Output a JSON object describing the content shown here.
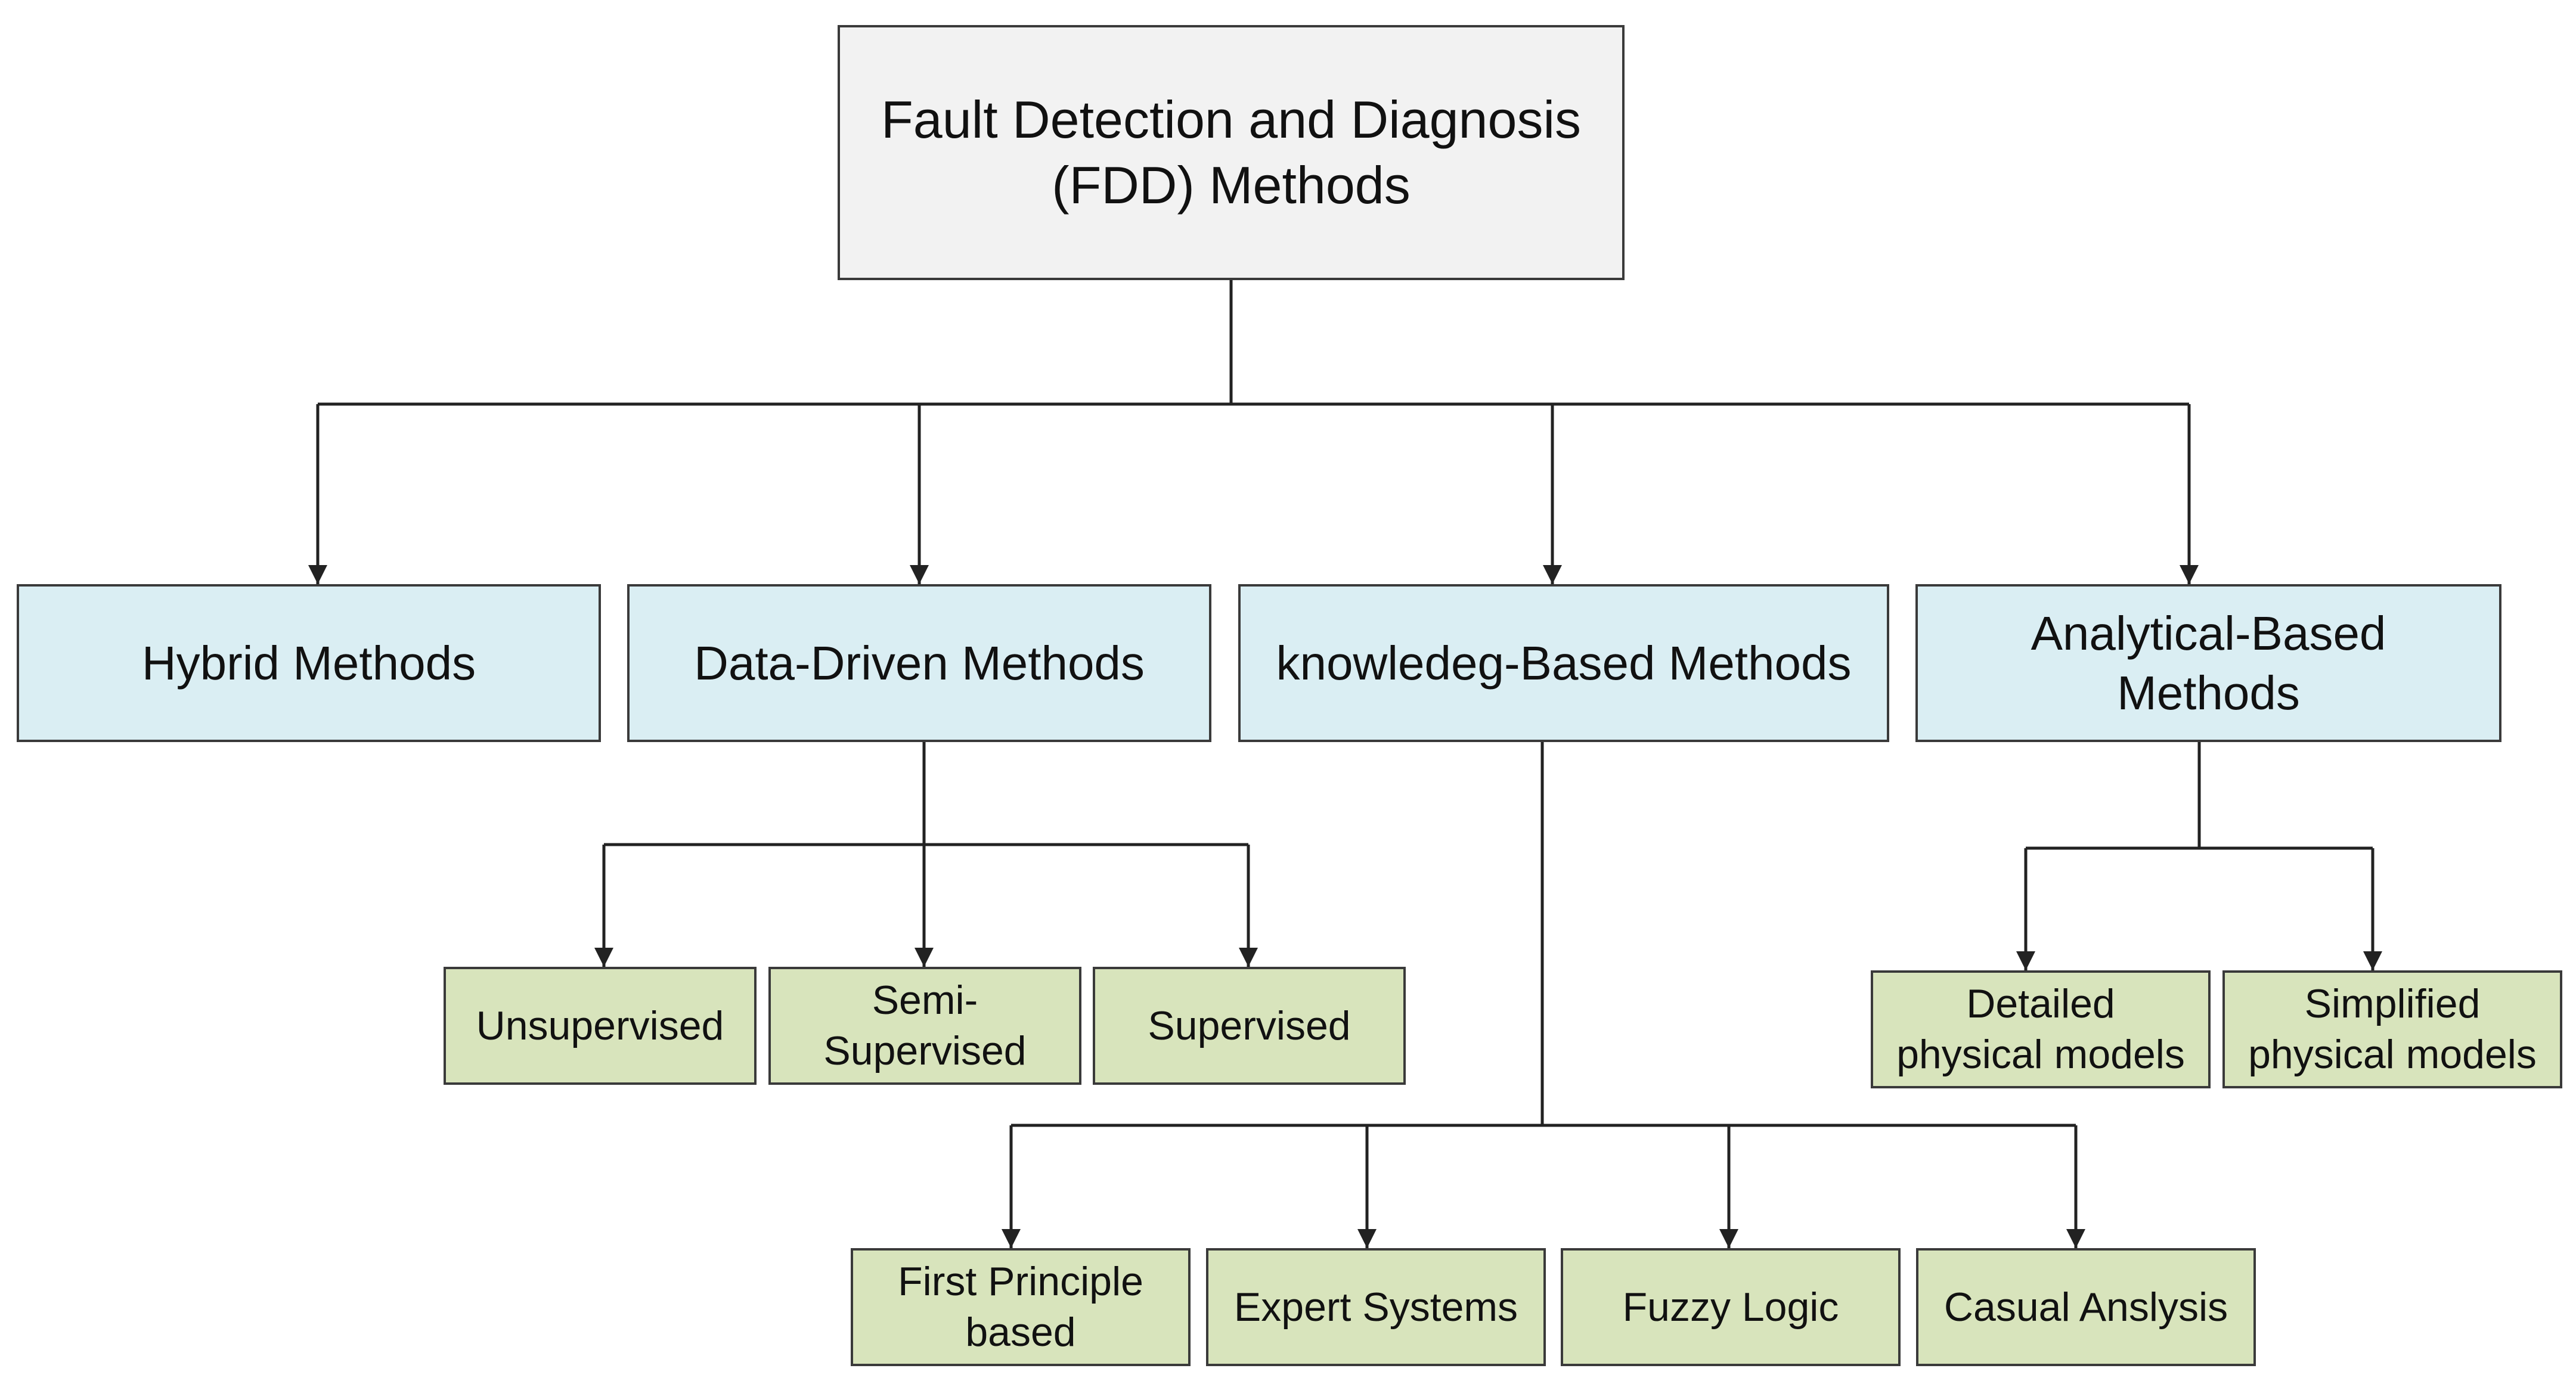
{
  "diagram": {
    "root": {
      "label": "Fault Detection and Diagnosis\n(FDD) Methods"
    },
    "categories": {
      "hybrid": {
        "label": "Hybrid Methods"
      },
      "data_driven": {
        "label": "Data-Driven Methods",
        "children": [
          "Unsupervised",
          "Semi-\nSupervised",
          "Supervised"
        ]
      },
      "knowledge_based": {
        "label": "knowledeg-Based Methods",
        "children": [
          "First Principle\nbased",
          "Expert Systems",
          "Fuzzy Logic",
          "Casual Anslysis"
        ]
      },
      "analytical_based": {
        "label": "Analytical-Based\nMethods",
        "children": [
          "Detailed\nphysical models",
          "Simplified\nphysical models"
        ]
      }
    }
  },
  "colors": {
    "root_fill": "#f2f2f2",
    "category_fill": "#daeef3",
    "leaf_fill": "#d8e4bc",
    "border": "#3a3a3a",
    "connector": "#222222"
  }
}
